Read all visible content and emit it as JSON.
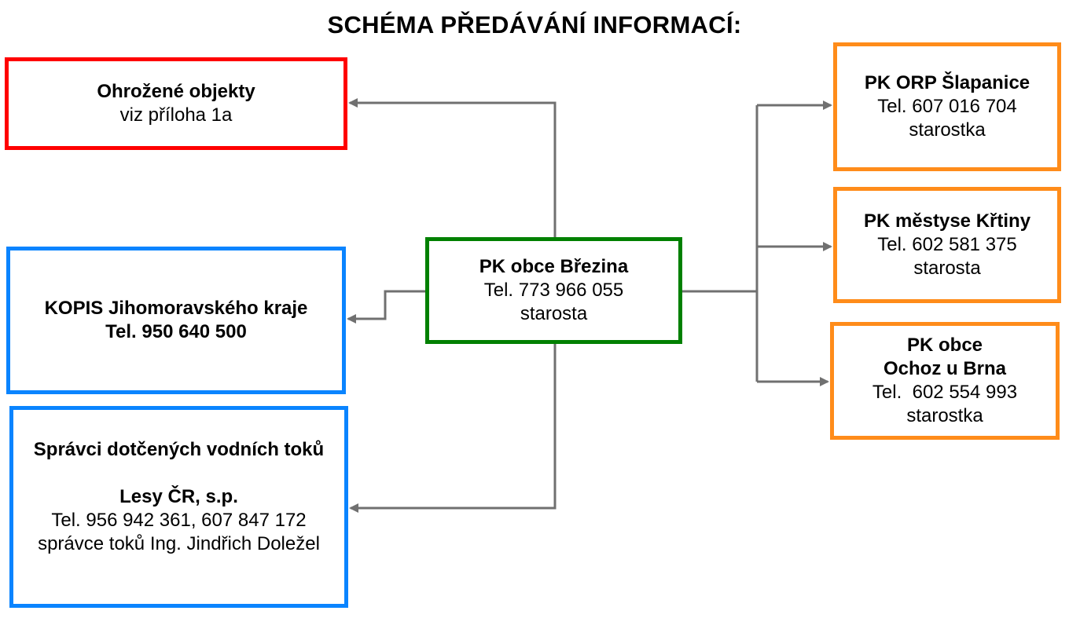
{
  "title": "SCHÉMA PŘEDÁVÁNÍ INFORMACÍ:",
  "colors": {
    "red": "#ff0000",
    "blue": "#0a84ff",
    "green": "#008000",
    "orange": "#ff8c1a",
    "connector": "#707070"
  },
  "boxes": {
    "ohrozene": {
      "line1": "Ohrožené objekty",
      "line2": "viz příloha 1a"
    },
    "kopis": {
      "line1": "KOPIS Jihomoravského kraje",
      "line2": "Tel. 950 640 500"
    },
    "spravci": {
      "line1": "Správci dotčených vodních toků",
      "line2": "Lesy ČR, s.p.",
      "line3": "Tel. 956 942 361, 607 847 172",
      "line4": "správce toků Ing. Jindřich Doležel"
    },
    "brezina": {
      "line1": "PK obce Březina",
      "line2": "Tel. 773 966 055",
      "line3": "starosta"
    },
    "orp": {
      "line1": "PK ORP Šlapanice",
      "line2": "Tel. 607 016 704",
      "line3": "starostka"
    },
    "krtiny": {
      "line1": "PK městyse Křtiny",
      "line2": "Tel. 602 581 375",
      "line3": "starosta"
    },
    "ochoz": {
      "line1": "PK obce",
      "line2": "Ochoz u Brna",
      "line3": "Tel.  602 554 993",
      "line4": "starostka"
    }
  }
}
